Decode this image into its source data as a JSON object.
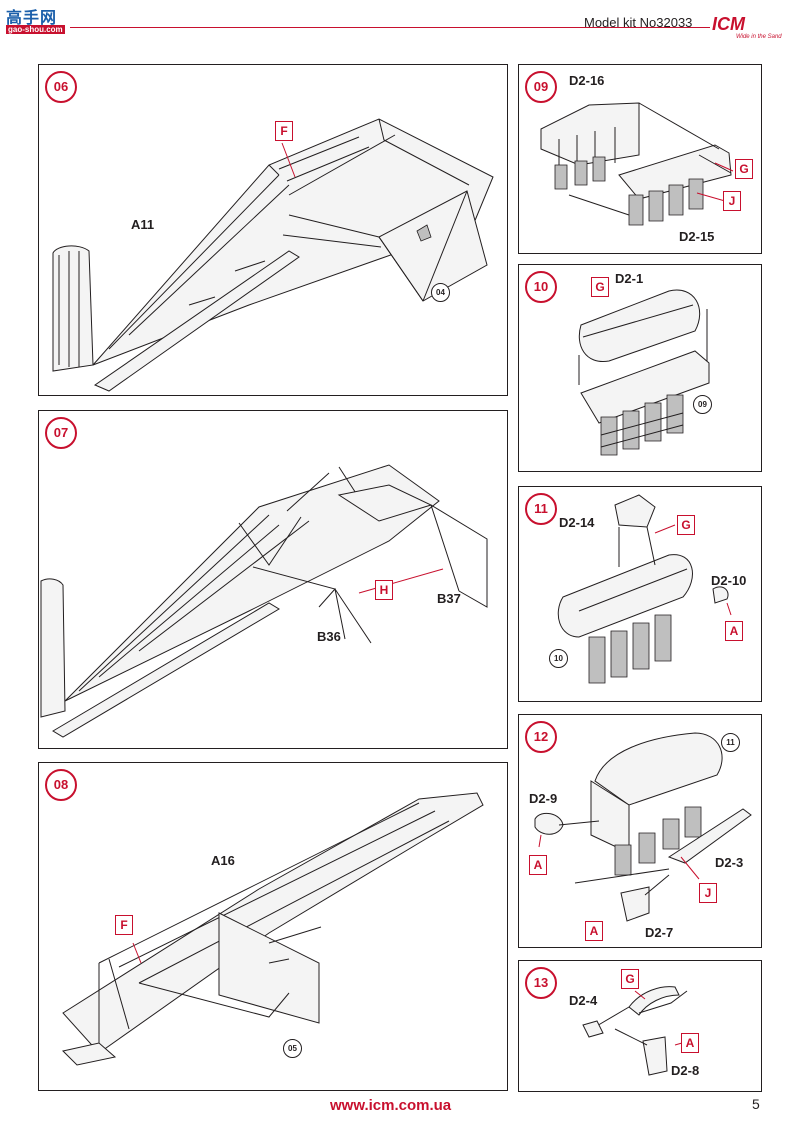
{
  "header": {
    "site_logo_text": "高手网",
    "site_logo_url": "gao-shou.com",
    "title": "Model kit No32033",
    "brand": "ICM",
    "brand_tagline": "Wide in the Sand"
  },
  "steps": {
    "s06": {
      "number": "06",
      "ref": "04",
      "parts": [
        "A11"
      ],
      "paint": [
        "F"
      ]
    },
    "s07": {
      "number": "07",
      "parts": [
        "B37",
        "B36"
      ],
      "paint": [
        "H"
      ]
    },
    "s08": {
      "number": "08",
      "ref": "05",
      "parts": [
        "A16"
      ],
      "paint": [
        "F"
      ]
    },
    "s09": {
      "number": "09",
      "parts": [
        "D2-16",
        "D2-15"
      ],
      "paint": [
        "G",
        "J"
      ]
    },
    "s10": {
      "number": "10",
      "ref": "09",
      "parts": [
        "D2-1"
      ],
      "paint": [
        "G"
      ]
    },
    "s11": {
      "number": "11",
      "ref": "10",
      "parts": [
        "D2-14",
        "D2-10"
      ],
      "paint": [
        "G",
        "A"
      ]
    },
    "s12": {
      "number": "12",
      "ref": "11",
      "parts": [
        "D2-9",
        "D2-3",
        "D2-7"
      ],
      "paint": [
        "A",
        "J",
        "A"
      ]
    },
    "s13": {
      "number": "13",
      "parts": [
        "D2-4",
        "D2-8"
      ],
      "paint": [
        "G",
        "A"
      ]
    }
  },
  "footer": {
    "url": "www.icm.com.ua",
    "page": "5"
  },
  "colors": {
    "accent": "#c8102e",
    "ink": "#231f20"
  }
}
